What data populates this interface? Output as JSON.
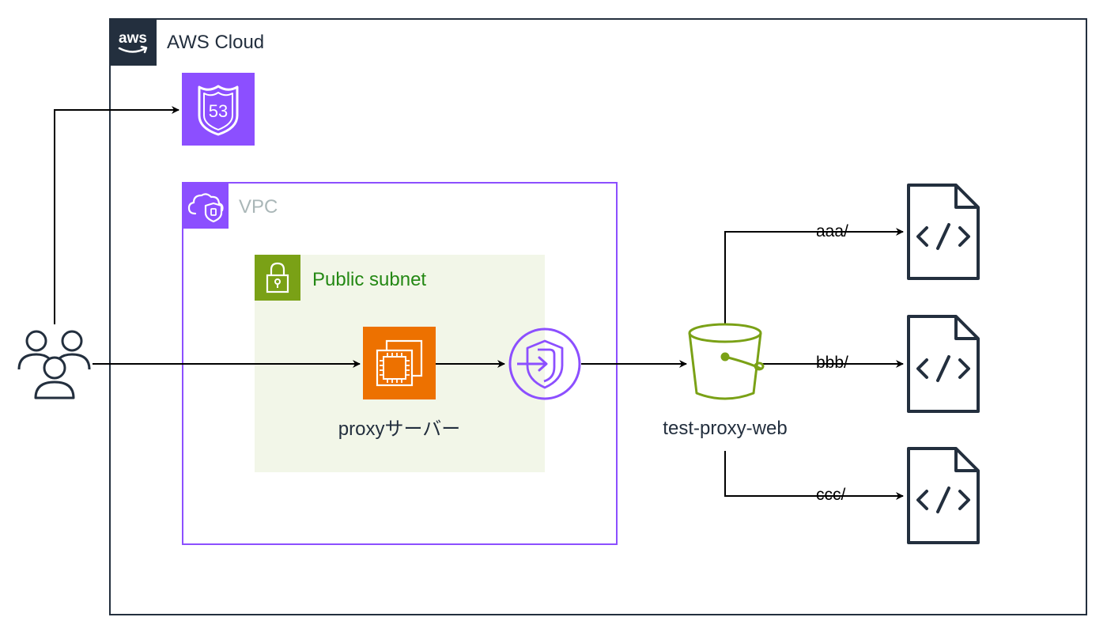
{
  "cloud": {
    "title": "AWS Cloud",
    "logo_text": "aws"
  },
  "vpc": {
    "label": "VPC"
  },
  "subnet": {
    "label": "Public subnet"
  },
  "route53": {
    "badge": "53"
  },
  "ec2": {
    "label": "proxyサーバー"
  },
  "bucket": {
    "label": "test-proxy-web"
  },
  "paths": [
    {
      "label": "aaa/"
    },
    {
      "label": "bbb/"
    },
    {
      "label": "ccc/"
    }
  ],
  "colors": {
    "aws_dark": "#232f3e",
    "vpc_purple": "#8c4fff",
    "route53_purple": "#8c4fff",
    "subnet_green": "#7aa116",
    "subnet_label": "#248814",
    "subnet_fill": "#f2f6e8",
    "ec2_orange": "#ed7100",
    "s3_green": "#7aa116",
    "vpc_label_gray": "#aab7b8"
  },
  "icons": {
    "users": "users-icon",
    "route53": "route53-icon",
    "vpc": "vpc-cloud-lock-icon",
    "subnet": "padlock-icon",
    "ec2": "ec2-chip-icon",
    "endpoint": "vpc-endpoint-icon",
    "bucket": "s3-bucket-icon",
    "file": "code-file-icon"
  }
}
